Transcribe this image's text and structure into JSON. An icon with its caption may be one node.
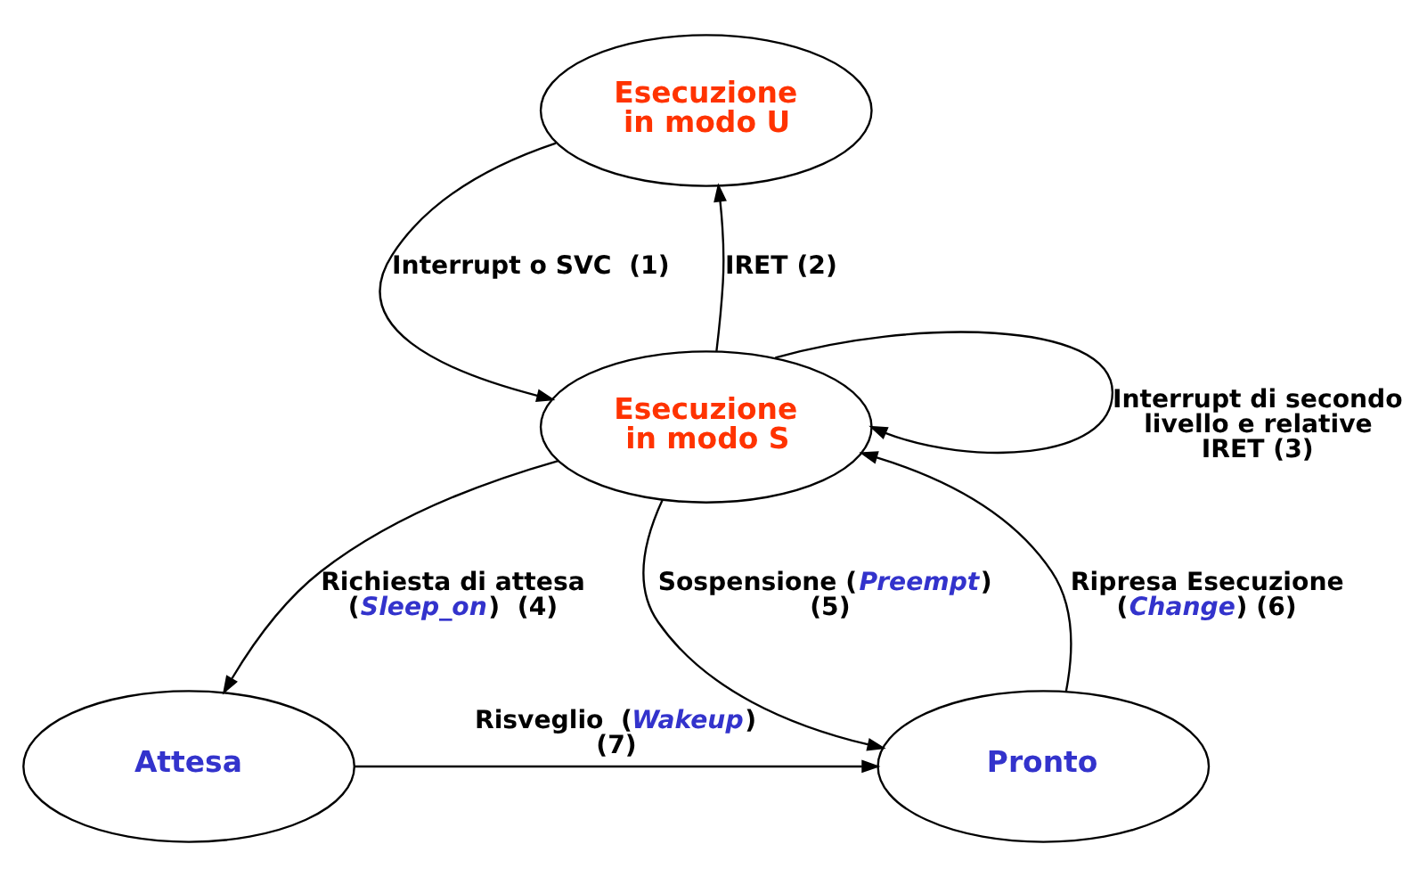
{
  "diagram": {
    "nodes": [
      {
        "text": [
          "Esecuzione in modo U"
        ]
      },
      {
        "text": [
          "Esecuzione in modo S"
        ]
      },
      {
        "text": [
          "Attesa"
        ]
      },
      {
        "text": [
          "Pronto"
        ]
      }
    ],
    "edges": [
      {
        "from": 0,
        "to": 1,
        "arrow": "to",
        "label": "Interrupt o SVC  (1)"
      },
      {
        "from": 1,
        "to": 0,
        "arrow": "to",
        "label": "IRET (2)"
      },
      {
        "from": 1,
        "to": 1,
        "arrow": "to",
        "label": "Interrupt di secondo livello e relative IRET (3)"
      },
      {
        "from": 1,
        "to": 2,
        "arrow": "to",
        "label": "Richiesta di attesa (*Sleep_on*)  (4)"
      },
      {
        "from": 1,
        "to": 3,
        "arrow": "to",
        "label": "Sospensione (*Preempt*)  (5)"
      },
      {
        "from": 3,
        "to": 1,
        "arrow": "to",
        "label": "Ripresa Esecuzione (*Change*) (6)"
      },
      {
        "from": 2,
        "to": 3,
        "arrow": "to",
        "label": "Risveglio  (*Wakeup*) (7)"
      }
    ]
  }
}
